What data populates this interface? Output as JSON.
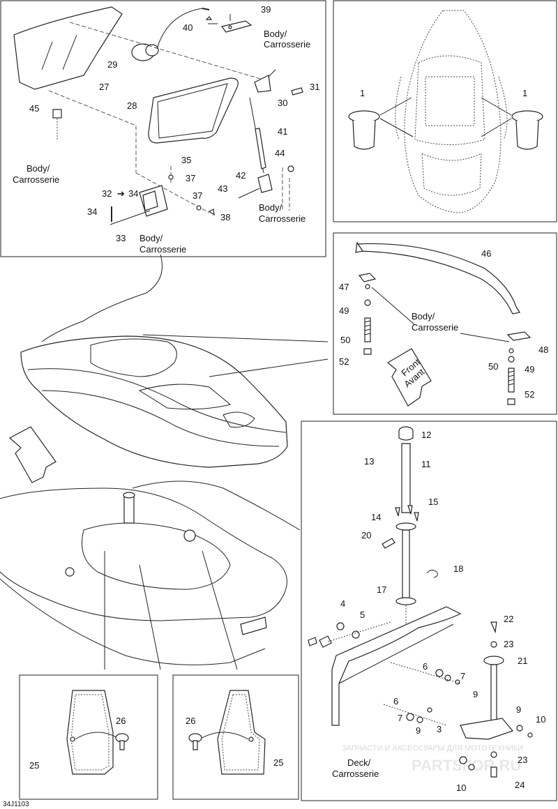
{
  "diagram_code": "34J1103",
  "labels": {
    "body_en": "Body/",
    "body_fr": "Carrosserie",
    "deck_en": "Deck/",
    "front_en": "Front",
    "front_fr": "Avant"
  },
  "watermark": {
    "line1": "ЗАПЧАСТИ И АКСЕССУАРЫ ДЛЯ МОТОТЕХНИКИ",
    "line2": "PARTSFOR.RU"
  },
  "callouts": {
    "n1": "1",
    "n3": "3",
    "n4": "4",
    "n5": "5",
    "n6": "6",
    "n7": "7",
    "n9": "9",
    "n10": "10",
    "n11": "11",
    "n12": "12",
    "n13": "13",
    "n14": "14",
    "n15": "15",
    "n17": "17",
    "n18": "18",
    "n20": "20",
    "n21": "21",
    "n22": "22",
    "n23": "23",
    "n24": "24",
    "n25": "25",
    "n26": "26",
    "n27": "27",
    "n28": "28",
    "n29": "29",
    "n30": "30",
    "n31": "31",
    "n32": "32",
    "n33": "33",
    "n34": "34",
    "n35": "35",
    "n37": "37",
    "n38": "38",
    "n39": "39",
    "n40": "40",
    "n41": "41",
    "n42": "42",
    "n43": "43",
    "n44": "44",
    "n45": "45",
    "n46": "46",
    "n47": "47",
    "n48": "48",
    "n49": "49",
    "n50": "50",
    "n52": "52"
  }
}
